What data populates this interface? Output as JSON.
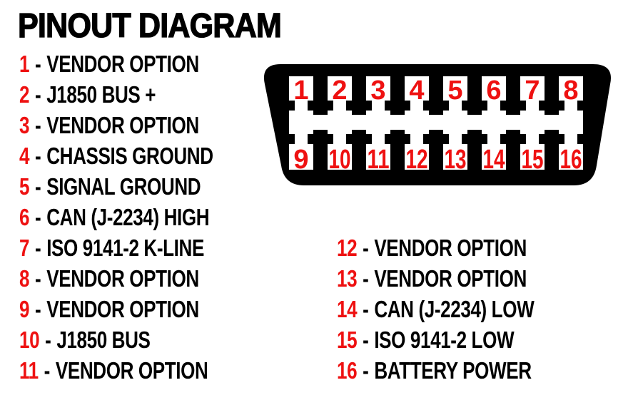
{
  "title": "PINOUT DIAGRAM",
  "list": {
    "separator": "-"
  },
  "colors": {
    "accent_red": "#ee1111",
    "connector_black": "#000000",
    "background": "#ffffff"
  },
  "pins": [
    {
      "number": "1",
      "name": "VENDOR OPTION"
    },
    {
      "number": "2",
      "name": "J1850 BUS +"
    },
    {
      "number": "3",
      "name": "VENDOR OPTION"
    },
    {
      "number": "4",
      "name": "CHASSIS GROUND"
    },
    {
      "number": "5",
      "name": "SIGNAL GROUND"
    },
    {
      "number": "6",
      "name": "CAN (J-2234) HIGH"
    },
    {
      "number": "7",
      "name": "ISO 9141-2 K-LINE"
    },
    {
      "number": "8",
      "name": "VENDOR OPTION"
    },
    {
      "number": "9",
      "name": "VENDOR OPTION"
    },
    {
      "number": "10",
      "name": "J1850 BUS"
    },
    {
      "number": "11",
      "name": "VENDOR OPTION"
    },
    {
      "number": "12",
      "name": "VENDOR OPTION"
    },
    {
      "number": "13",
      "name": "VENDOR OPTION"
    },
    {
      "number": "14",
      "name": "CAN (J-2234) LOW"
    },
    {
      "number": "15",
      "name": "ISO 9141-2 LOW"
    },
    {
      "number": "16",
      "name": "BATTERY POWER"
    }
  ]
}
